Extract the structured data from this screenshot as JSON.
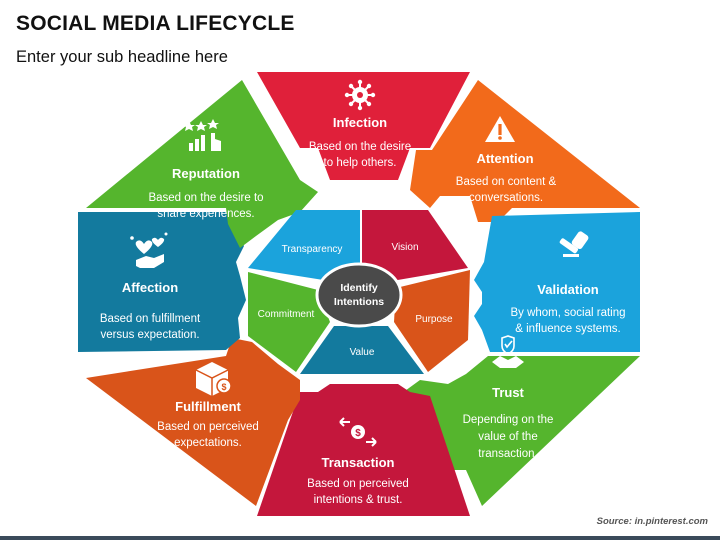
{
  "header": {
    "title": "SOCIAL MEDIA LIFECYCLE",
    "subtitle": "Enter your sub headline here"
  },
  "colors": {
    "red": "#e0203a",
    "orange": "#f26a1b",
    "blue": "#1ba3dc",
    "green": "#55b52d",
    "crimson": "#c4173c",
    "rust": "#d9541a",
    "teal": "#137a9e",
    "darkgreen": "#3f8c1c",
    "center": "#4a4a4a"
  },
  "segments": {
    "infection": {
      "title": "Infection",
      "desc1": "Based on the desire",
      "desc2": "to help others.",
      "icon": "virus-icon"
    },
    "attention": {
      "title": "Attention",
      "desc1": "Based on content &",
      "desc2": "conversations.",
      "icon": "warning-icon"
    },
    "validation": {
      "title": "Validation",
      "desc1": "By whom, social rating",
      "desc2": "& influence systems.",
      "icon": "stamp-icon"
    },
    "trust": {
      "title": "Trust",
      "desc1": "Depending on the",
      "desc2": "value of the",
      "desc3": "transaction.",
      "icon": "handshake-icon"
    },
    "transaction": {
      "title": "Transaction",
      "desc1": "Based on perceived",
      "desc2": "intentions & trust.",
      "icon": "money-exchange-icon"
    },
    "fulfillment": {
      "title": "Fulfillment",
      "desc1": "Based on perceived",
      "desc2": "expectations.",
      "icon": "package-icon"
    },
    "affection": {
      "title": "Affection",
      "desc1": "Based on fulfillment",
      "desc2": "versus expectation.",
      "icon": "hearts-hand-icon"
    },
    "reputation": {
      "title": "Reputation",
      "desc1": "Based on the desire to",
      "desc2": "share experiences.",
      "icon": "rating-chart-icon"
    }
  },
  "inner": {
    "transparency": "Transparency",
    "vision": "Vision",
    "purpose": "Purpose",
    "value": "Value",
    "commitment": "Commitment"
  },
  "center": {
    "line1": "Identify",
    "line2": "Intentions"
  },
  "source": "Source: in.pinterest.com"
}
